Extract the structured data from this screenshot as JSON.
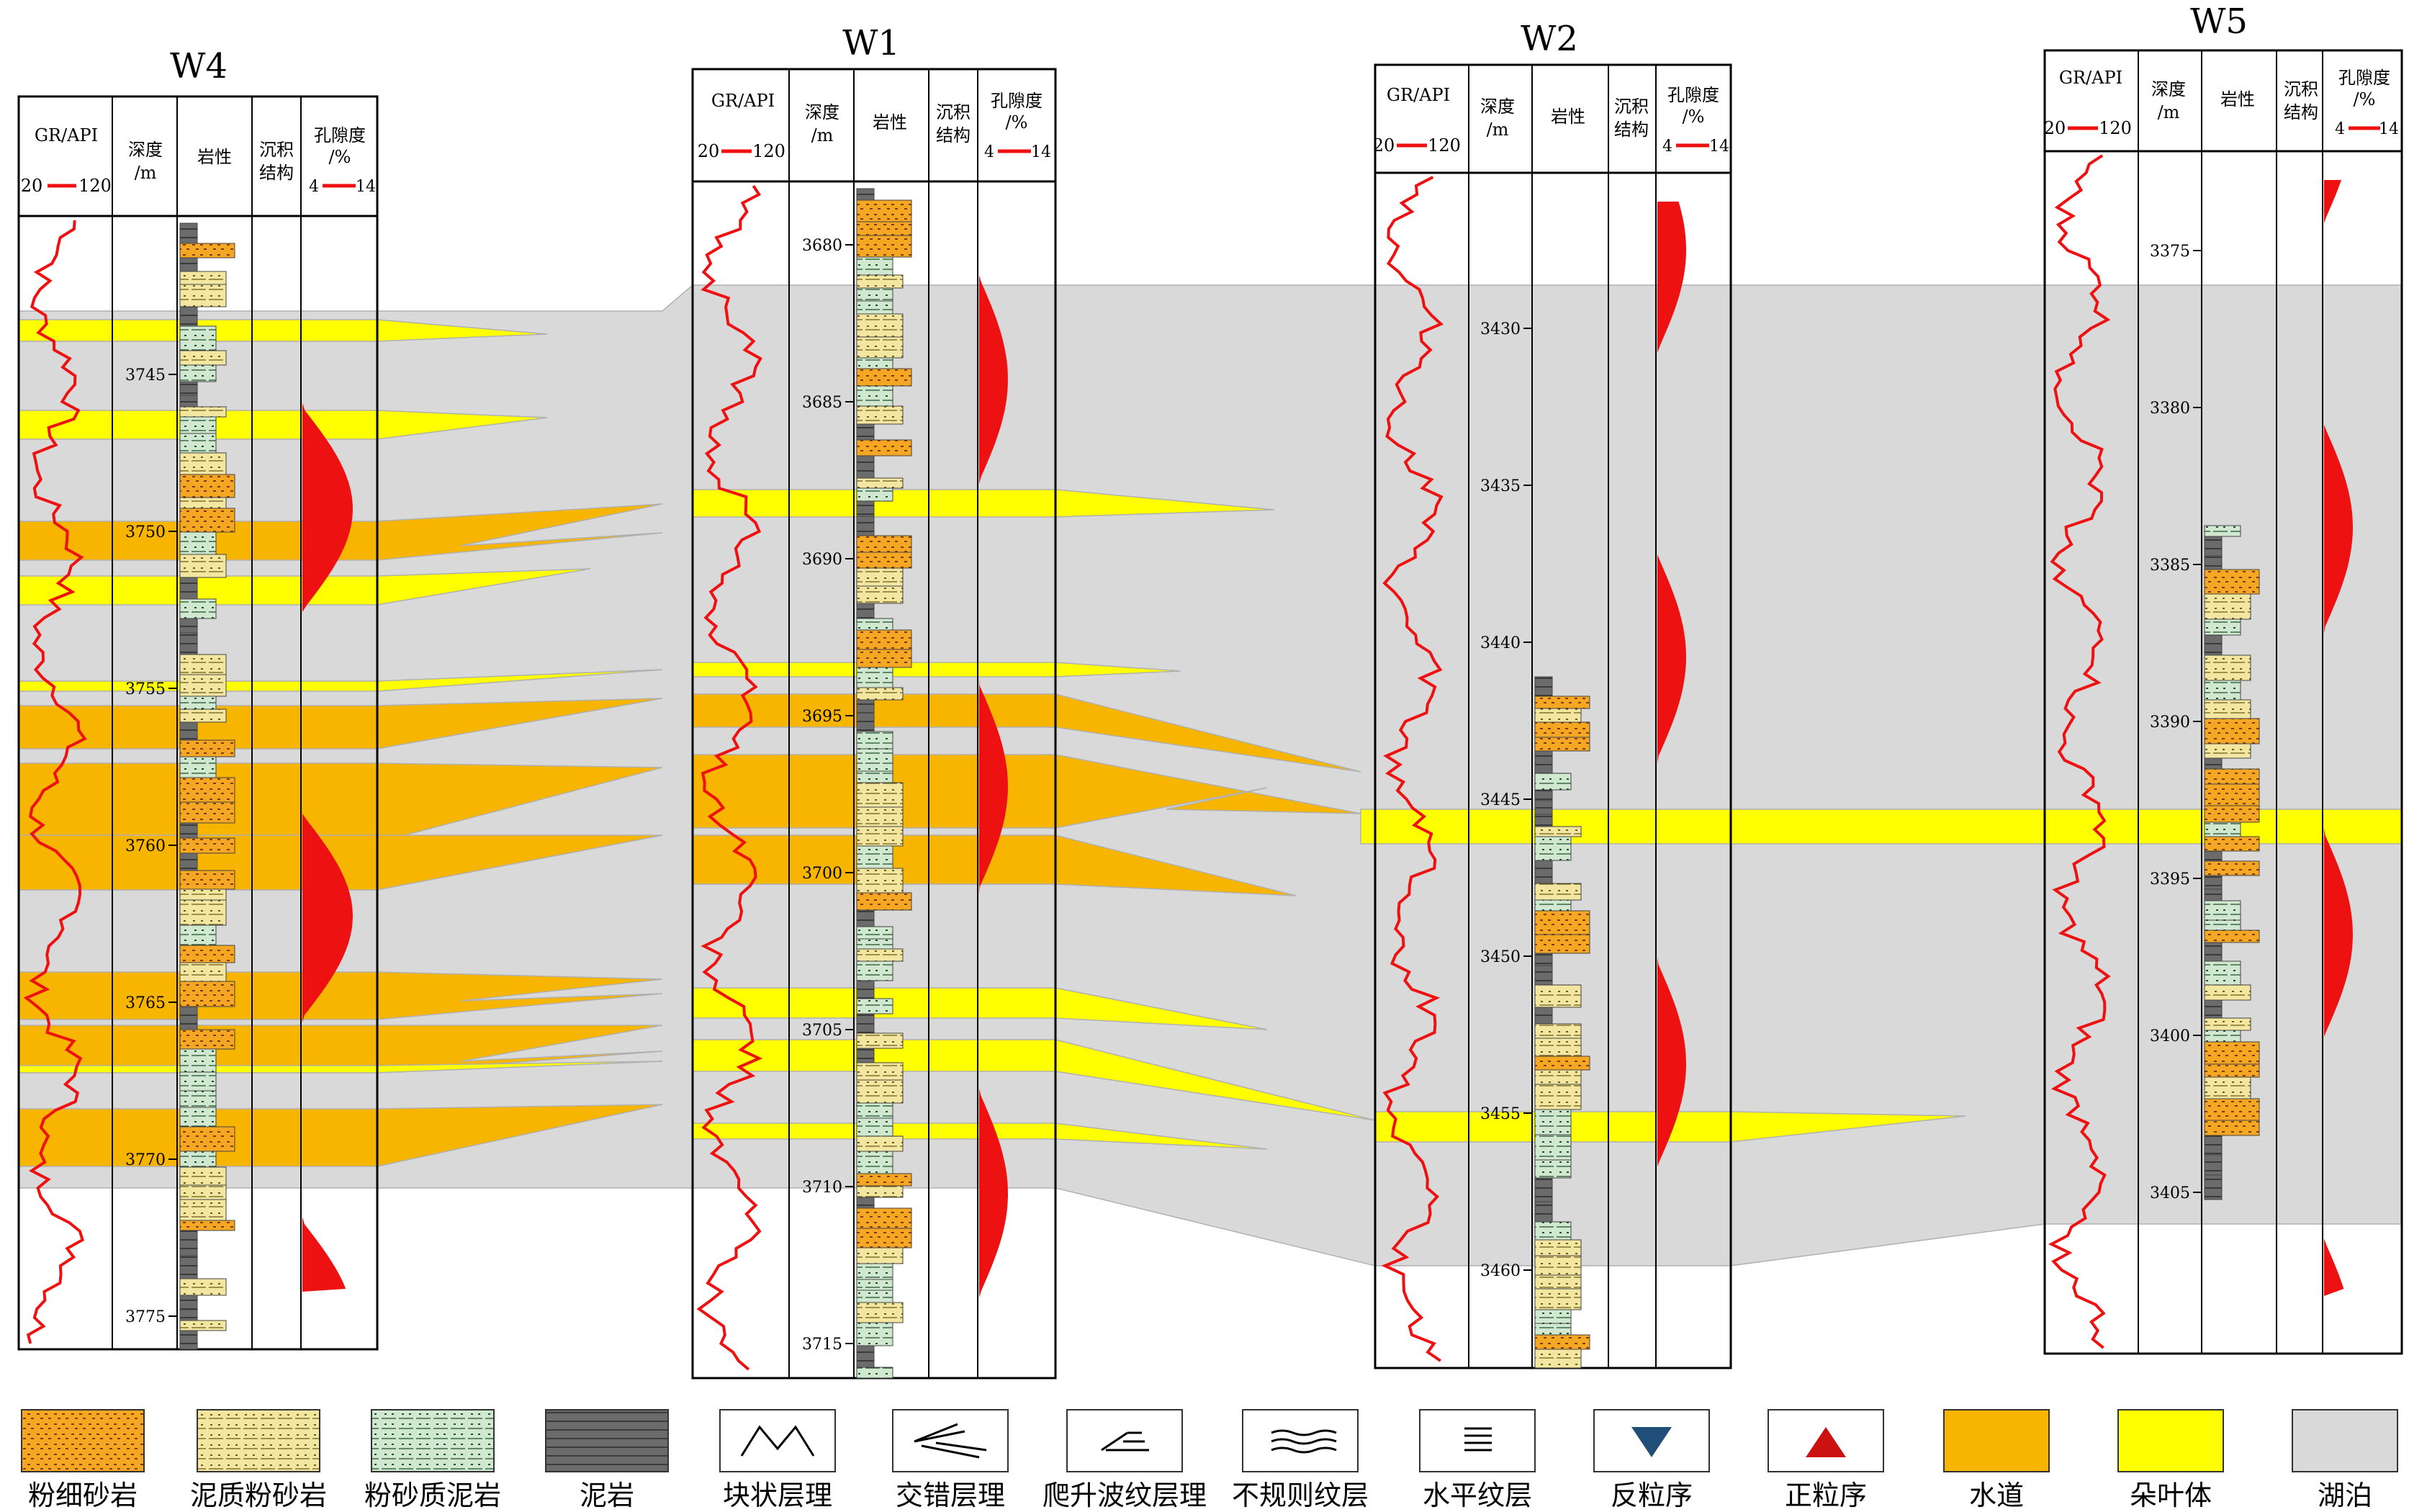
{
  "colors": {
    "channel": "#f7b500",
    "lobe": "#ffff00",
    "lake": "#d9d9d9",
    "curve": "#ee1111",
    "fine_sand": "#f5a623",
    "muddy_silt": "#f3e6a0",
    "silty_mud": "#cfe8cf",
    "mudstone": "#6b6b6b",
    "reverse_marker": "#1f4e79",
    "normal_marker": "#cc1111"
  },
  "headers": {
    "gr": "GR/API",
    "gr_range_low": "20",
    "gr_range_high": "120",
    "depth": "深度",
    "depth_unit": "/m",
    "lithology": "岩性",
    "structure_1": "沉积",
    "structure_2": "结构",
    "porosity": "孔隙度",
    "porosity_unit": "/%",
    "por_range_low": "4",
    "por_range_high": "14"
  },
  "wells": [
    {
      "name": "W4",
      "depth_ticks": [
        "3745",
        "3750",
        "3755",
        "3760",
        "3765",
        "3770",
        "3775"
      ]
    },
    {
      "name": "W1",
      "depth_ticks": [
        "3680",
        "3685",
        "3690",
        "3695",
        "3700",
        "3705",
        "3710",
        "3715"
      ]
    },
    {
      "name": "W2",
      "depth_ticks": [
        "3430",
        "3435",
        "3440",
        "3445",
        "3450",
        "3455",
        "3460"
      ]
    },
    {
      "name": "W5",
      "depth_ticks": [
        "3375",
        "3380",
        "3385",
        "3390",
        "3395",
        "3400",
        "3405"
      ]
    }
  ],
  "legend": [
    {
      "label": "粉细砂岩",
      "icon": "fine-sandstone-swatch"
    },
    {
      "label": "泥质粉砂岩",
      "icon": "muddy-siltstone-swatch"
    },
    {
      "label": "粉砂质泥岩",
      "icon": "silty-mudstone-swatch"
    },
    {
      "label": "泥岩",
      "icon": "mudstone-swatch"
    },
    {
      "label": "块状层理",
      "icon": "massive-bedding-icon"
    },
    {
      "label": "交错层理",
      "icon": "cross-bedding-icon"
    },
    {
      "label": "爬升波纹层理",
      "icon": "climbing-ripple-icon"
    },
    {
      "label": "不规则纹层",
      "icon": "irregular-lamination-icon"
    },
    {
      "label": "水平纹层",
      "icon": "horizontal-lamination-icon"
    },
    {
      "label": "反粒序",
      "icon": "reverse-grading-icon"
    },
    {
      "label": "正粒序",
      "icon": "normal-grading-icon"
    },
    {
      "label": "水道",
      "icon": "channel-swatch"
    },
    {
      "label": "朵叶体",
      "icon": "lobe-swatch"
    },
    {
      "label": "湖泊",
      "icon": "lake-swatch"
    }
  ]
}
